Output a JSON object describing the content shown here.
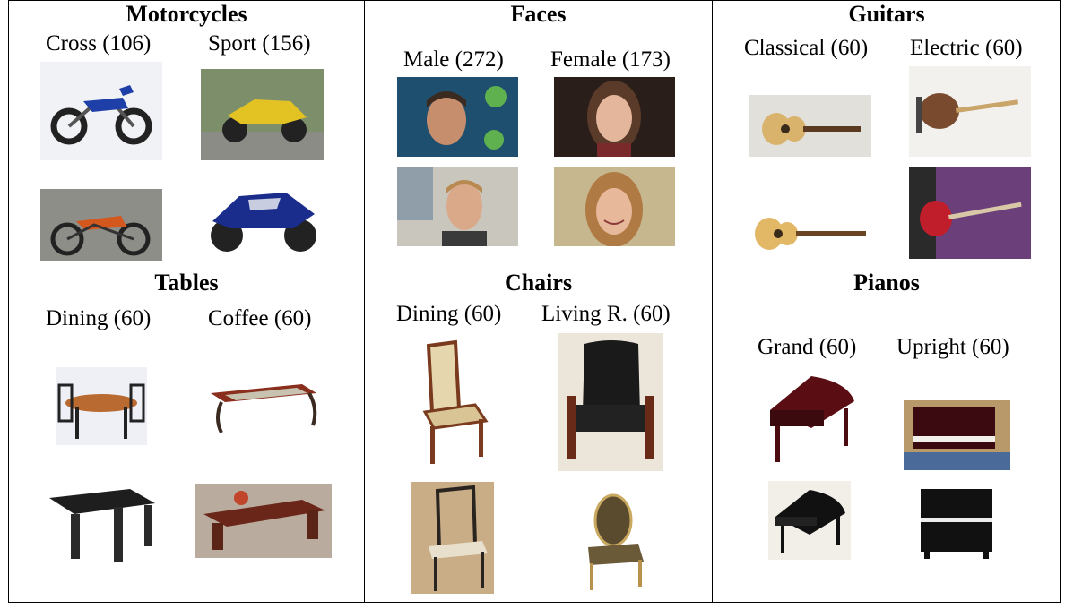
{
  "figure": {
    "panels": [
      {
        "title": "Motorcycles",
        "classes": [
          {
            "label": "Cross (106)",
            "samples": [
              "cross-motorcycle",
              "cross-motorcycle"
            ]
          },
          {
            "label": "Sport (156)",
            "samples": [
              "sport-motorcycle",
              "sport-motorcycle"
            ]
          }
        ]
      },
      {
        "title": "Faces",
        "classes": [
          {
            "label": "Male (272)",
            "samples": [
              "male-face",
              "male-face"
            ]
          },
          {
            "label": "Female (173)",
            "samples": [
              "female-face",
              "female-face"
            ]
          }
        ]
      },
      {
        "title": "Guitars",
        "classes": [
          {
            "label": "Classical (60)",
            "samples": [
              "classical-guitar",
              "classical-guitar"
            ]
          },
          {
            "label": "Electric (60)",
            "samples": [
              "electric-guitar",
              "electric-guitar"
            ]
          }
        ]
      },
      {
        "title": "Tables",
        "classes": [
          {
            "label": "Dining (60)",
            "samples": [
              "dining-table",
              "dining-table"
            ]
          },
          {
            "label": "Coffee (60)",
            "samples": [
              "coffee-table",
              "coffee-table"
            ]
          }
        ]
      },
      {
        "title": "Chairs",
        "classes": [
          {
            "label": "Dining (60)",
            "samples": [
              "dining-chair",
              "dining-chair"
            ]
          },
          {
            "label": "Living R. (60)",
            "samples": [
              "living-room-chair",
              "living-room-chair"
            ]
          }
        ]
      },
      {
        "title": "Pianos",
        "classes": [
          {
            "label": "Grand (60)",
            "samples": [
              "grand-piano",
              "grand-piano"
            ]
          },
          {
            "label": "Upright (60)",
            "samples": [
              "upright-piano",
              "upright-piano"
            ]
          }
        ]
      }
    ]
  }
}
